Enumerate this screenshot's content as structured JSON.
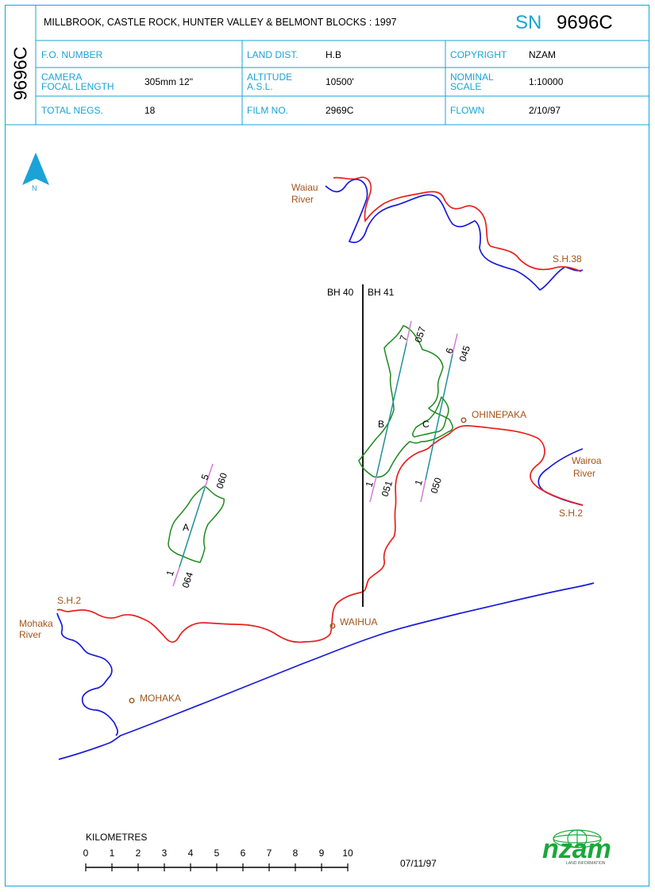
{
  "side_id": "9696C",
  "header": {
    "title": "MILLBROOK, CASTLE ROCK, HUNTER VALLEY & BELMONT BLOCKS : 1997",
    "sn_prefix": "SN",
    "sn_code": "9696C",
    "fo_number_label": "F.O. NUMBER",
    "fo_number_value": "",
    "land_dist_label": "LAND DIST.",
    "land_dist_value": "H.B",
    "copyright_label": "COPYRIGHT",
    "copyright_value": "NZAM",
    "camera_label_1": "CAMERA",
    "camera_label_2": "FOCAL LENGTH",
    "camera_value": "305mm  12\"",
    "altitude_label_1": "ALTITUDE",
    "altitude_label_2": "A.S.L.",
    "altitude_value": "10500'",
    "nominal_label_1": "NOMINAL",
    "nominal_label_2": "SCALE",
    "nominal_value": "1:10000",
    "total_negs_label": "TOTAL NEGS.",
    "total_negs_value": "18",
    "film_no_label": "FILM NO.",
    "film_no_value": "2969C",
    "flown_label": "FLOWN",
    "flown_value": "2/10/97"
  },
  "map": {
    "north_label": "N",
    "rivers": {
      "waiau_1": "Waiau",
      "waiau_2": "River",
      "wairoa_1": "Wairoa",
      "wairoa_2": "River",
      "mohaka_1": "Mohaka",
      "mohaka_2": "River"
    },
    "highways": {
      "sh38": "S.H.38",
      "sh2_east": "S.H.2",
      "sh2_west": "S.H.2"
    },
    "places": {
      "ohinepaka": "OHINEPAKA",
      "waihua": "WAIHUA",
      "mohaka": "MOHAKA"
    },
    "boundary": {
      "left": "BH 40",
      "right": "BH 41"
    },
    "runs": {
      "a": {
        "letter": "A",
        "start_neg": "1",
        "end_neg": "5",
        "start_photo": "064",
        "end_photo": "060"
      },
      "b": {
        "letter": "B",
        "start_neg": "1",
        "end_neg": "7",
        "start_photo": "051",
        "end_photo": "057"
      },
      "c": {
        "letter": "C",
        "start_neg": "1",
        "end_neg": "6",
        "start_photo": "050",
        "end_photo": "045"
      }
    },
    "colors": {
      "road": "#e8201e",
      "river": "#1a1adb",
      "block": "#1f8a1f",
      "flight": "#1f8f9a",
      "flight_ext": "#d57ad5",
      "label_accent": "#1aa3d6",
      "place_text": "#a3541a",
      "logo_green": "#1aa83a"
    }
  },
  "scale_bar": {
    "title": "KILOMETRES",
    "ticks": [
      "0",
      "1",
      "2",
      "3",
      "4",
      "5",
      "6",
      "7",
      "8",
      "9",
      "10"
    ]
  },
  "date": "07/11/97",
  "logo": {
    "wordmark": "nzam",
    "tagline": "LAND INFORMATION"
  }
}
